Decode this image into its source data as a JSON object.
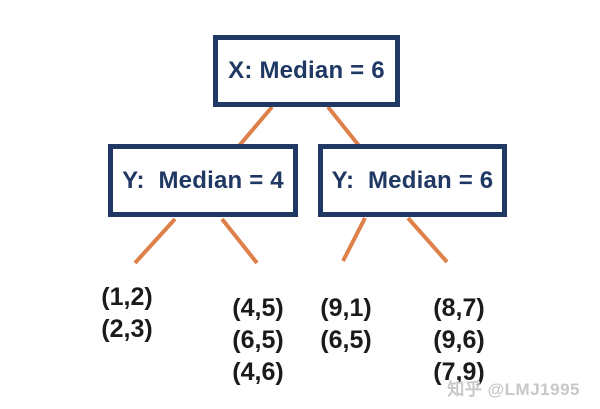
{
  "diagram": {
    "type": "kd-tree",
    "root": {
      "label": "X: Median = 6"
    },
    "children": [
      {
        "label": "Y:  Median = 4"
      },
      {
        "label": "Y:  Median = 6"
      }
    ],
    "leaf_groups": [
      {
        "values": [
          "(1,2)",
          "(2,3)"
        ]
      },
      {
        "values": [
          "(4,5)",
          "(6,5)",
          "(4,6)"
        ]
      },
      {
        "values": [
          "(9,1)",
          "(6,5)"
        ]
      },
      {
        "values": [
          "(8,7)",
          "(9,6)",
          "(7,9)"
        ]
      }
    ]
  },
  "colors": {
    "node_border": "#1f3864",
    "node_text": "#1f3864",
    "edge": "#dd8049",
    "leaf_text": "#1b1b1b",
    "watermark": "#c8c8c8"
  },
  "watermark": {
    "text": "知乎 @LMJ1995"
  }
}
